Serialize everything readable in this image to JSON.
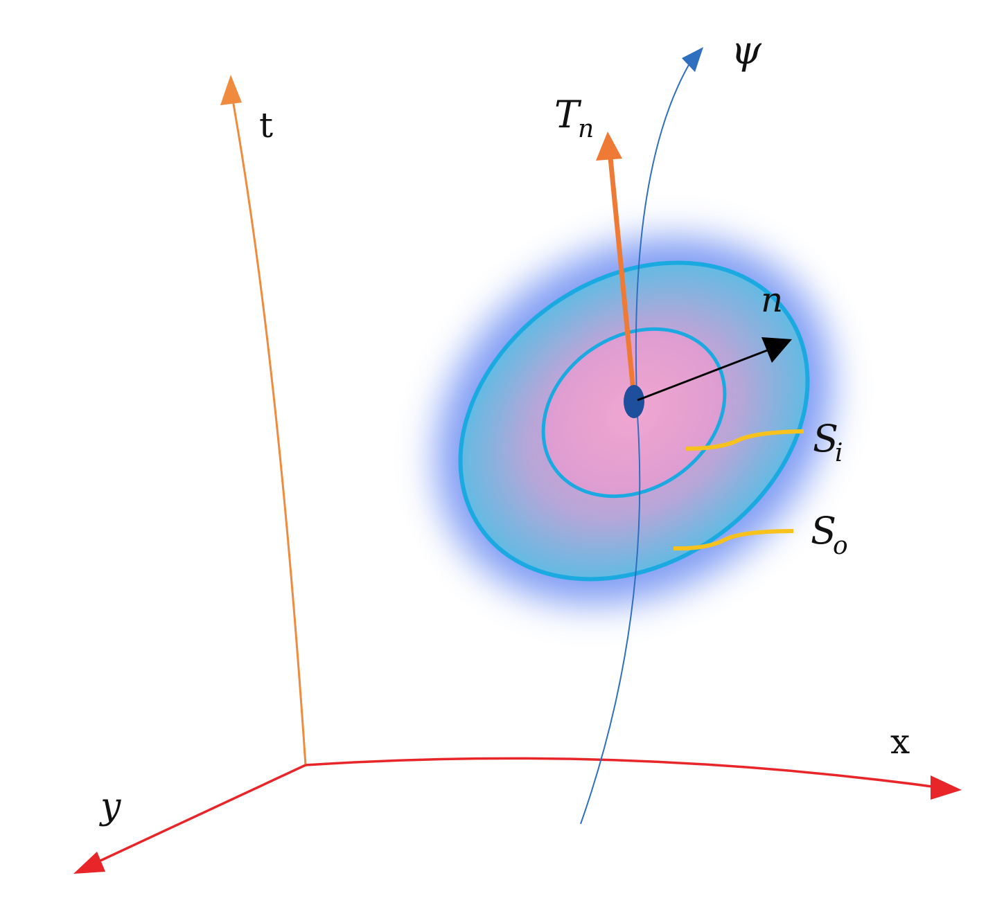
{
  "labels": {
    "t": "t",
    "x": "x",
    "y": "y",
    "psi": "ψ",
    "n": "n",
    "tn_main": "T",
    "tn_sub": "n",
    "si_main": "S",
    "si_sub": "i",
    "so_main": "S",
    "so_sub": "o"
  },
  "colors": {
    "t_axis": "#f08a3c",
    "xy_axes": "#e8262a",
    "psi_curve": "#2e6fbf",
    "tn_vector": "#ee7a35",
    "n_vector": "#000000",
    "outer_ring": "#1aa9e0",
    "inner_region": "#e79ac8",
    "outer_region": "#4cc0e6",
    "glow": "#5a7ff0",
    "leader_lines": "#f7c21e",
    "center_dot": "#1e4f9c"
  }
}
